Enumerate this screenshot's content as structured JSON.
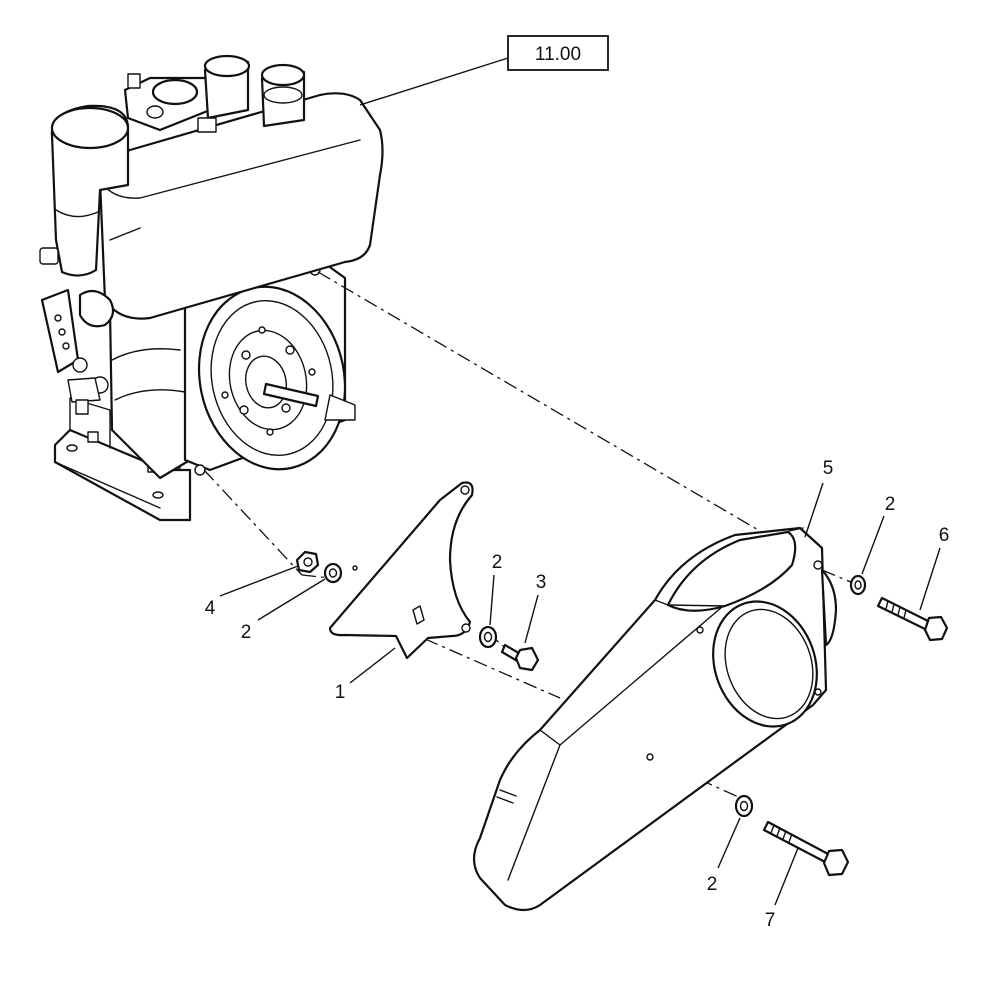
{
  "diagram": {
    "reference_box": "11.00",
    "callouts": [
      {
        "id": "c1",
        "label": "1"
      },
      {
        "id": "c2a",
        "label": "2"
      },
      {
        "id": "c2b",
        "label": "2"
      },
      {
        "id": "c2c",
        "label": "2"
      },
      {
        "id": "c2d",
        "label": "2"
      },
      {
        "id": "c3",
        "label": "3"
      },
      {
        "id": "c4",
        "label": "4"
      },
      {
        "id": "c5",
        "label": "5"
      },
      {
        "id": "c6",
        "label": "6"
      },
      {
        "id": "c7",
        "label": "7"
      }
    ]
  }
}
